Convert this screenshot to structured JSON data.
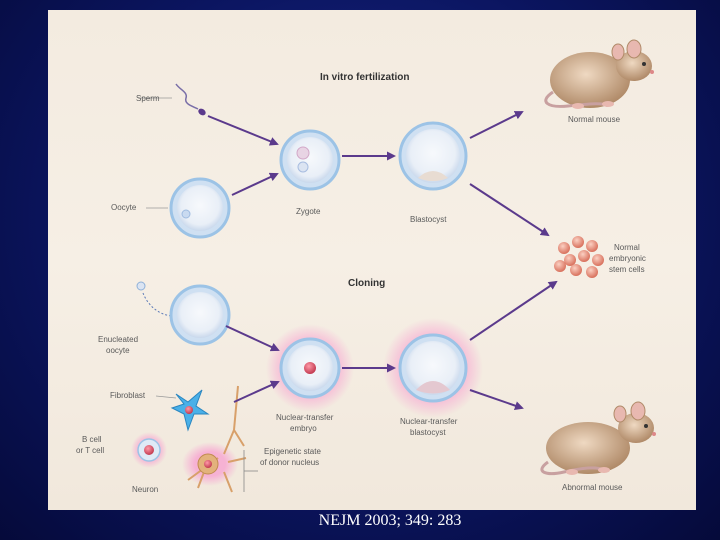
{
  "sections": {
    "ivf_title": "In vitro fertilization",
    "cloning_title": "Cloning"
  },
  "labels": {
    "sperm": "Sperm",
    "oocyte": "Oocyte",
    "zygote": "Zygote",
    "blastocyst": "Blastocyst",
    "normal_mouse": "Normal mouse",
    "normal_stem_cells_1": "Normal",
    "normal_stem_cells_2": "embryonic",
    "normal_stem_cells_3": "stem cells",
    "enucleated_oocyte_1": "Enucleated",
    "enucleated_oocyte_2": "oocyte",
    "fibroblast": "Fibroblast",
    "b_or_t_cell_1": "B cell",
    "b_or_t_cell_2": "or T cell",
    "neuron": "Neuron",
    "nt_embryo_1": "Nuclear-transfer",
    "nt_embryo_2": "embryo",
    "epigenetic_1": "Epigenetic state",
    "epigenetic_2": "of donor nucleus",
    "nt_blastocyst_1": "Nuclear-transfer",
    "nt_blastocyst_2": "blastocyst",
    "abnormal_mouse": "Abnormal mouse"
  },
  "colors": {
    "arrow": "#5b3a8c",
    "membrane": "#9cc3e6",
    "nucleus": "#e05a6a",
    "glow": "#f6b6d6",
    "stem_cell": "#e8907a",
    "fibroblast": "#3aa6e0",
    "neuron": "#d8a06a"
  },
  "citation": "NEJM 2003; 349: 283"
}
